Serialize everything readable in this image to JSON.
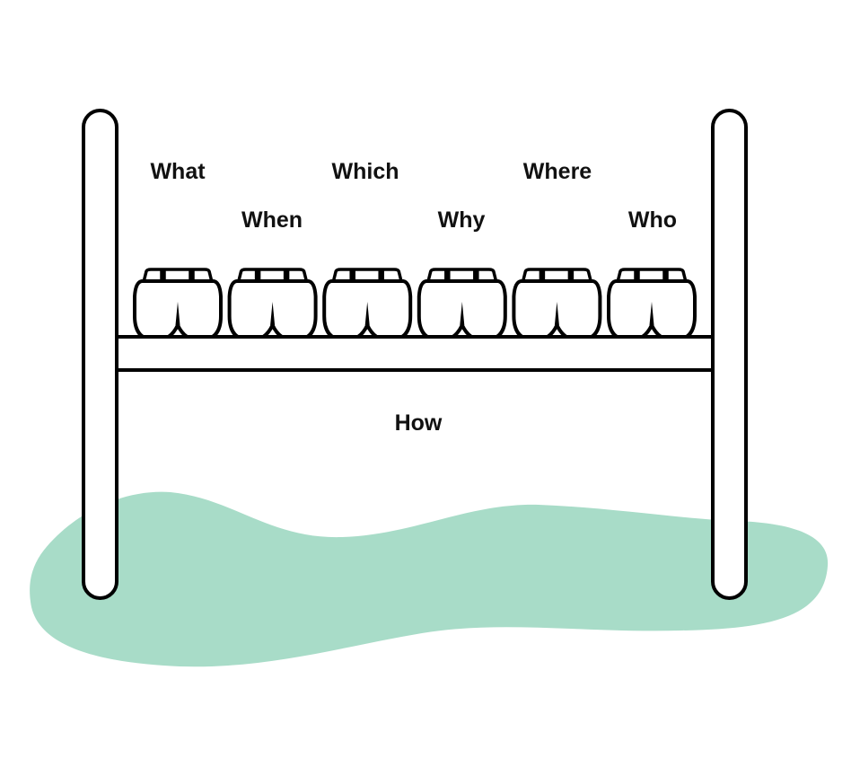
{
  "colors": {
    "ground": "#a8dcc8",
    "stroke": "#000000"
  },
  "labels": {
    "what": "What",
    "when": "When",
    "which": "Which",
    "why": "Why",
    "where": "Where",
    "who": "Who",
    "how": "How"
  },
  "shorts_count": 6
}
